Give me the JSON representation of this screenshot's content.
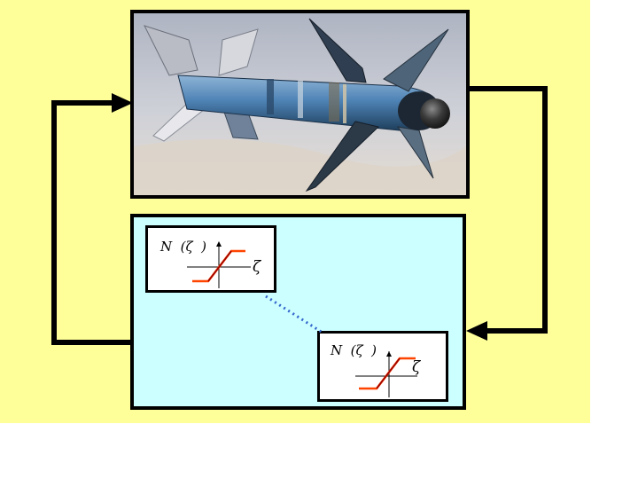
{
  "diagram": {
    "plant_image": "guided-missile-photo",
    "nonlinearity_1": {
      "function_label": "N  (ζ  )",
      "variable_label": "ζ"
    },
    "nonlinearity_2": {
      "function_label": "N  (ζ  )",
      "variable_label": "ζ"
    },
    "colors": {
      "background": "#ffff99",
      "controller_fill": "#ccffff",
      "saturation_curve": "#ff4400",
      "link_dotted": "#3366cc"
    }
  }
}
